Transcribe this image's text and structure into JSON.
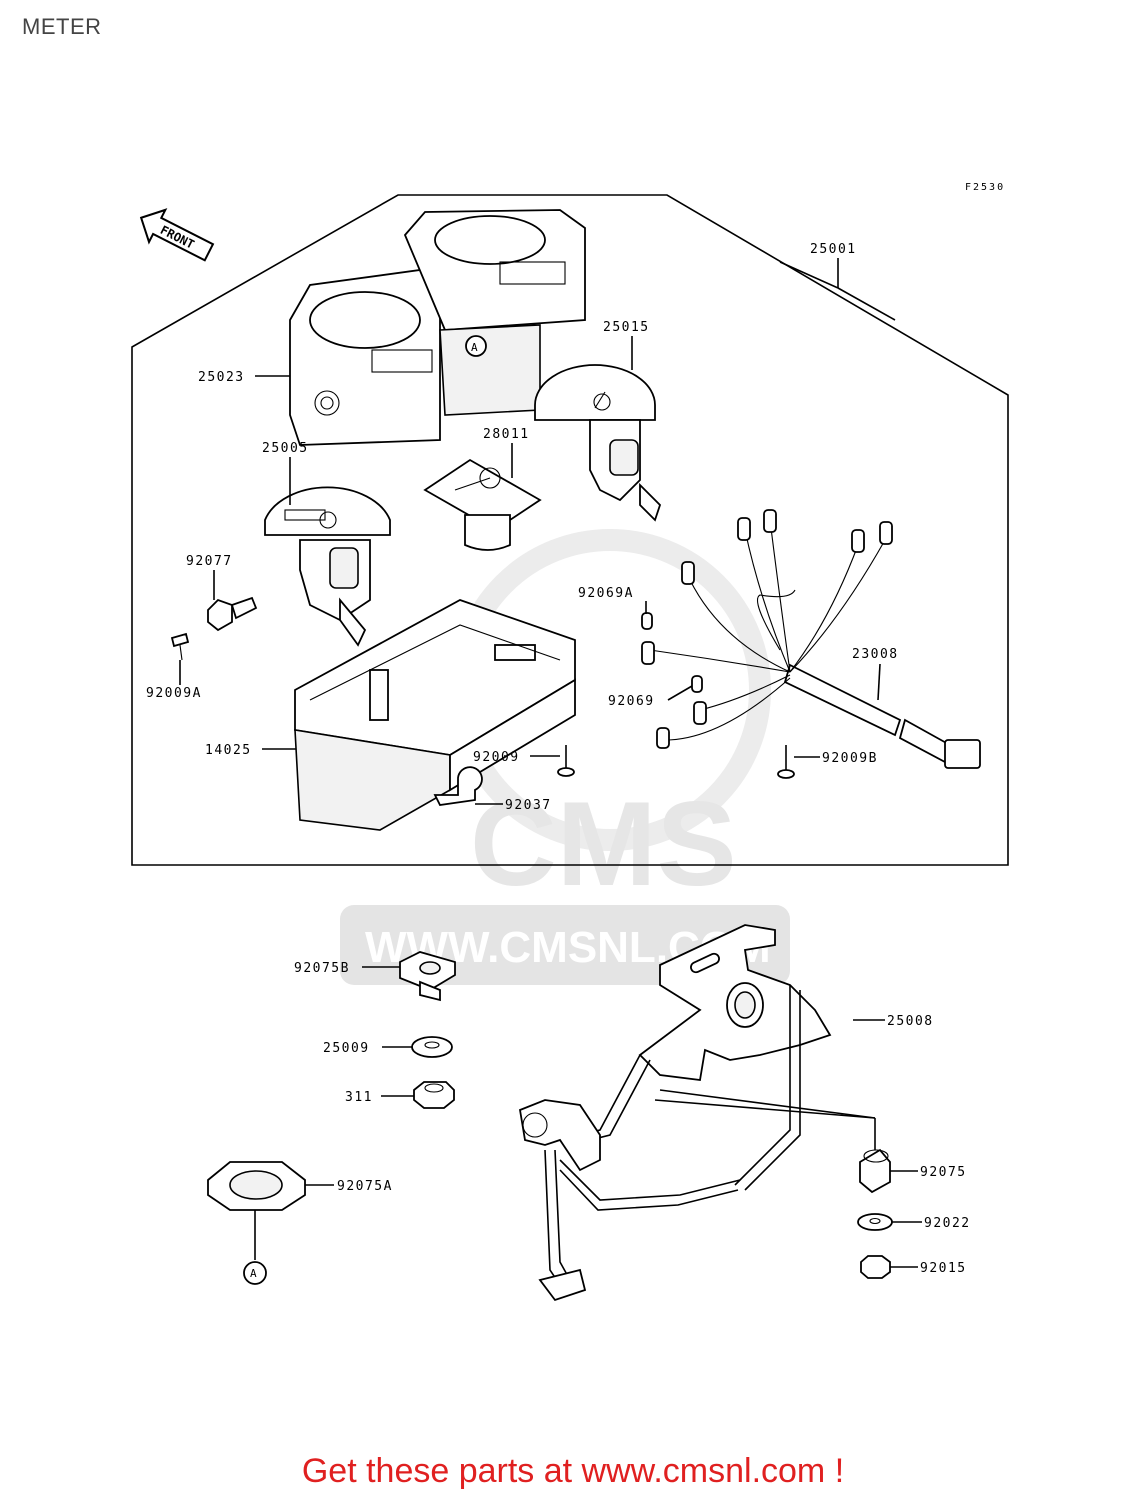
{
  "title": "METER",
  "figure_code": "F2530",
  "front_label": "FRONT",
  "ref_mark": "A",
  "watermark": {
    "brand": "CMS",
    "url": "WWW.CMSNL.COM"
  },
  "labels": {
    "p25001": "25001",
    "p25023": "25023",
    "p25015": "25015",
    "p28011": "28011",
    "p25005": "25005",
    "p92077": "92077",
    "p92069A": "92069A",
    "p23008": "23008",
    "p92009A": "92009A",
    "p92069": "92069",
    "p14025": "14025",
    "p92009": "92009",
    "p92009B": "92009B",
    "p92037": "92037",
    "p92075B": "92075B",
    "p25008": "25008",
    "p25009": "25009",
    "p311": "311",
    "p92075": "92075",
    "p92075A": "92075A",
    "p92022": "92022",
    "p92015": "92015"
  },
  "footer": "Get these parts at www.cmsnl.com !",
  "colors": {
    "footer_text": "#e02020",
    "line": "#000000",
    "watermark": "#e6e6e6"
  }
}
